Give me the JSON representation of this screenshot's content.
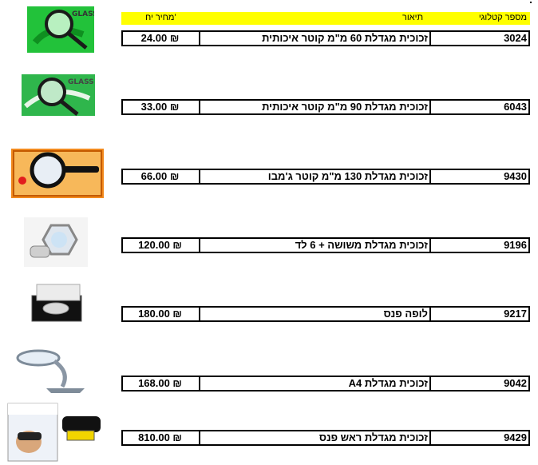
{
  "header": {
    "catalog": "מספר קטלוגי",
    "description": "תיאור",
    "unit_price": "מחיר יח'",
    "color": "#ffff00"
  },
  "currency": "₪",
  "rows": [
    {
      "catalog": "3024",
      "description": "זכוכית מגדלת 60 מ\"מ קוטר איכותית",
      "price": "24.00 ₪",
      "image": "green-globe-magnifier",
      "image_text": "GLASS"
    },
    {
      "catalog": "6043",
      "description": "זכוכית מגדלת 90 מ\"מ קוטר איכותית",
      "price": "33.00 ₪",
      "image": "green-globe-magnifier",
      "image_text": "GLASS"
    },
    {
      "catalog": "9430",
      "description": "זכוכית מגדלת 130 מ\"מ קוטר ג'מבו",
      "price": "66.00 ₪",
      "image": "jumbo-magnifier-package"
    },
    {
      "catalog": "9196",
      "description": "זכוכית מגדלת משושה + 6 לד",
      "price": "120.00 ₪",
      "image": "hexagon-led-magnifier"
    },
    {
      "catalog": "9217",
      "description": "לופה פנס",
      "price": "180.00 ₪",
      "image": "flashlight-loupe-box"
    },
    {
      "catalog": "9042",
      "description": "זכוכית מגדלת A4",
      "price": "168.00 ₪",
      "image": "desk-lamp-magnifier"
    },
    {
      "catalog": "9429",
      "description": "זכוכית מגדלת ראש פנס",
      "price": "810.00 ₪",
      "image": "head-magnifier-box"
    }
  ]
}
